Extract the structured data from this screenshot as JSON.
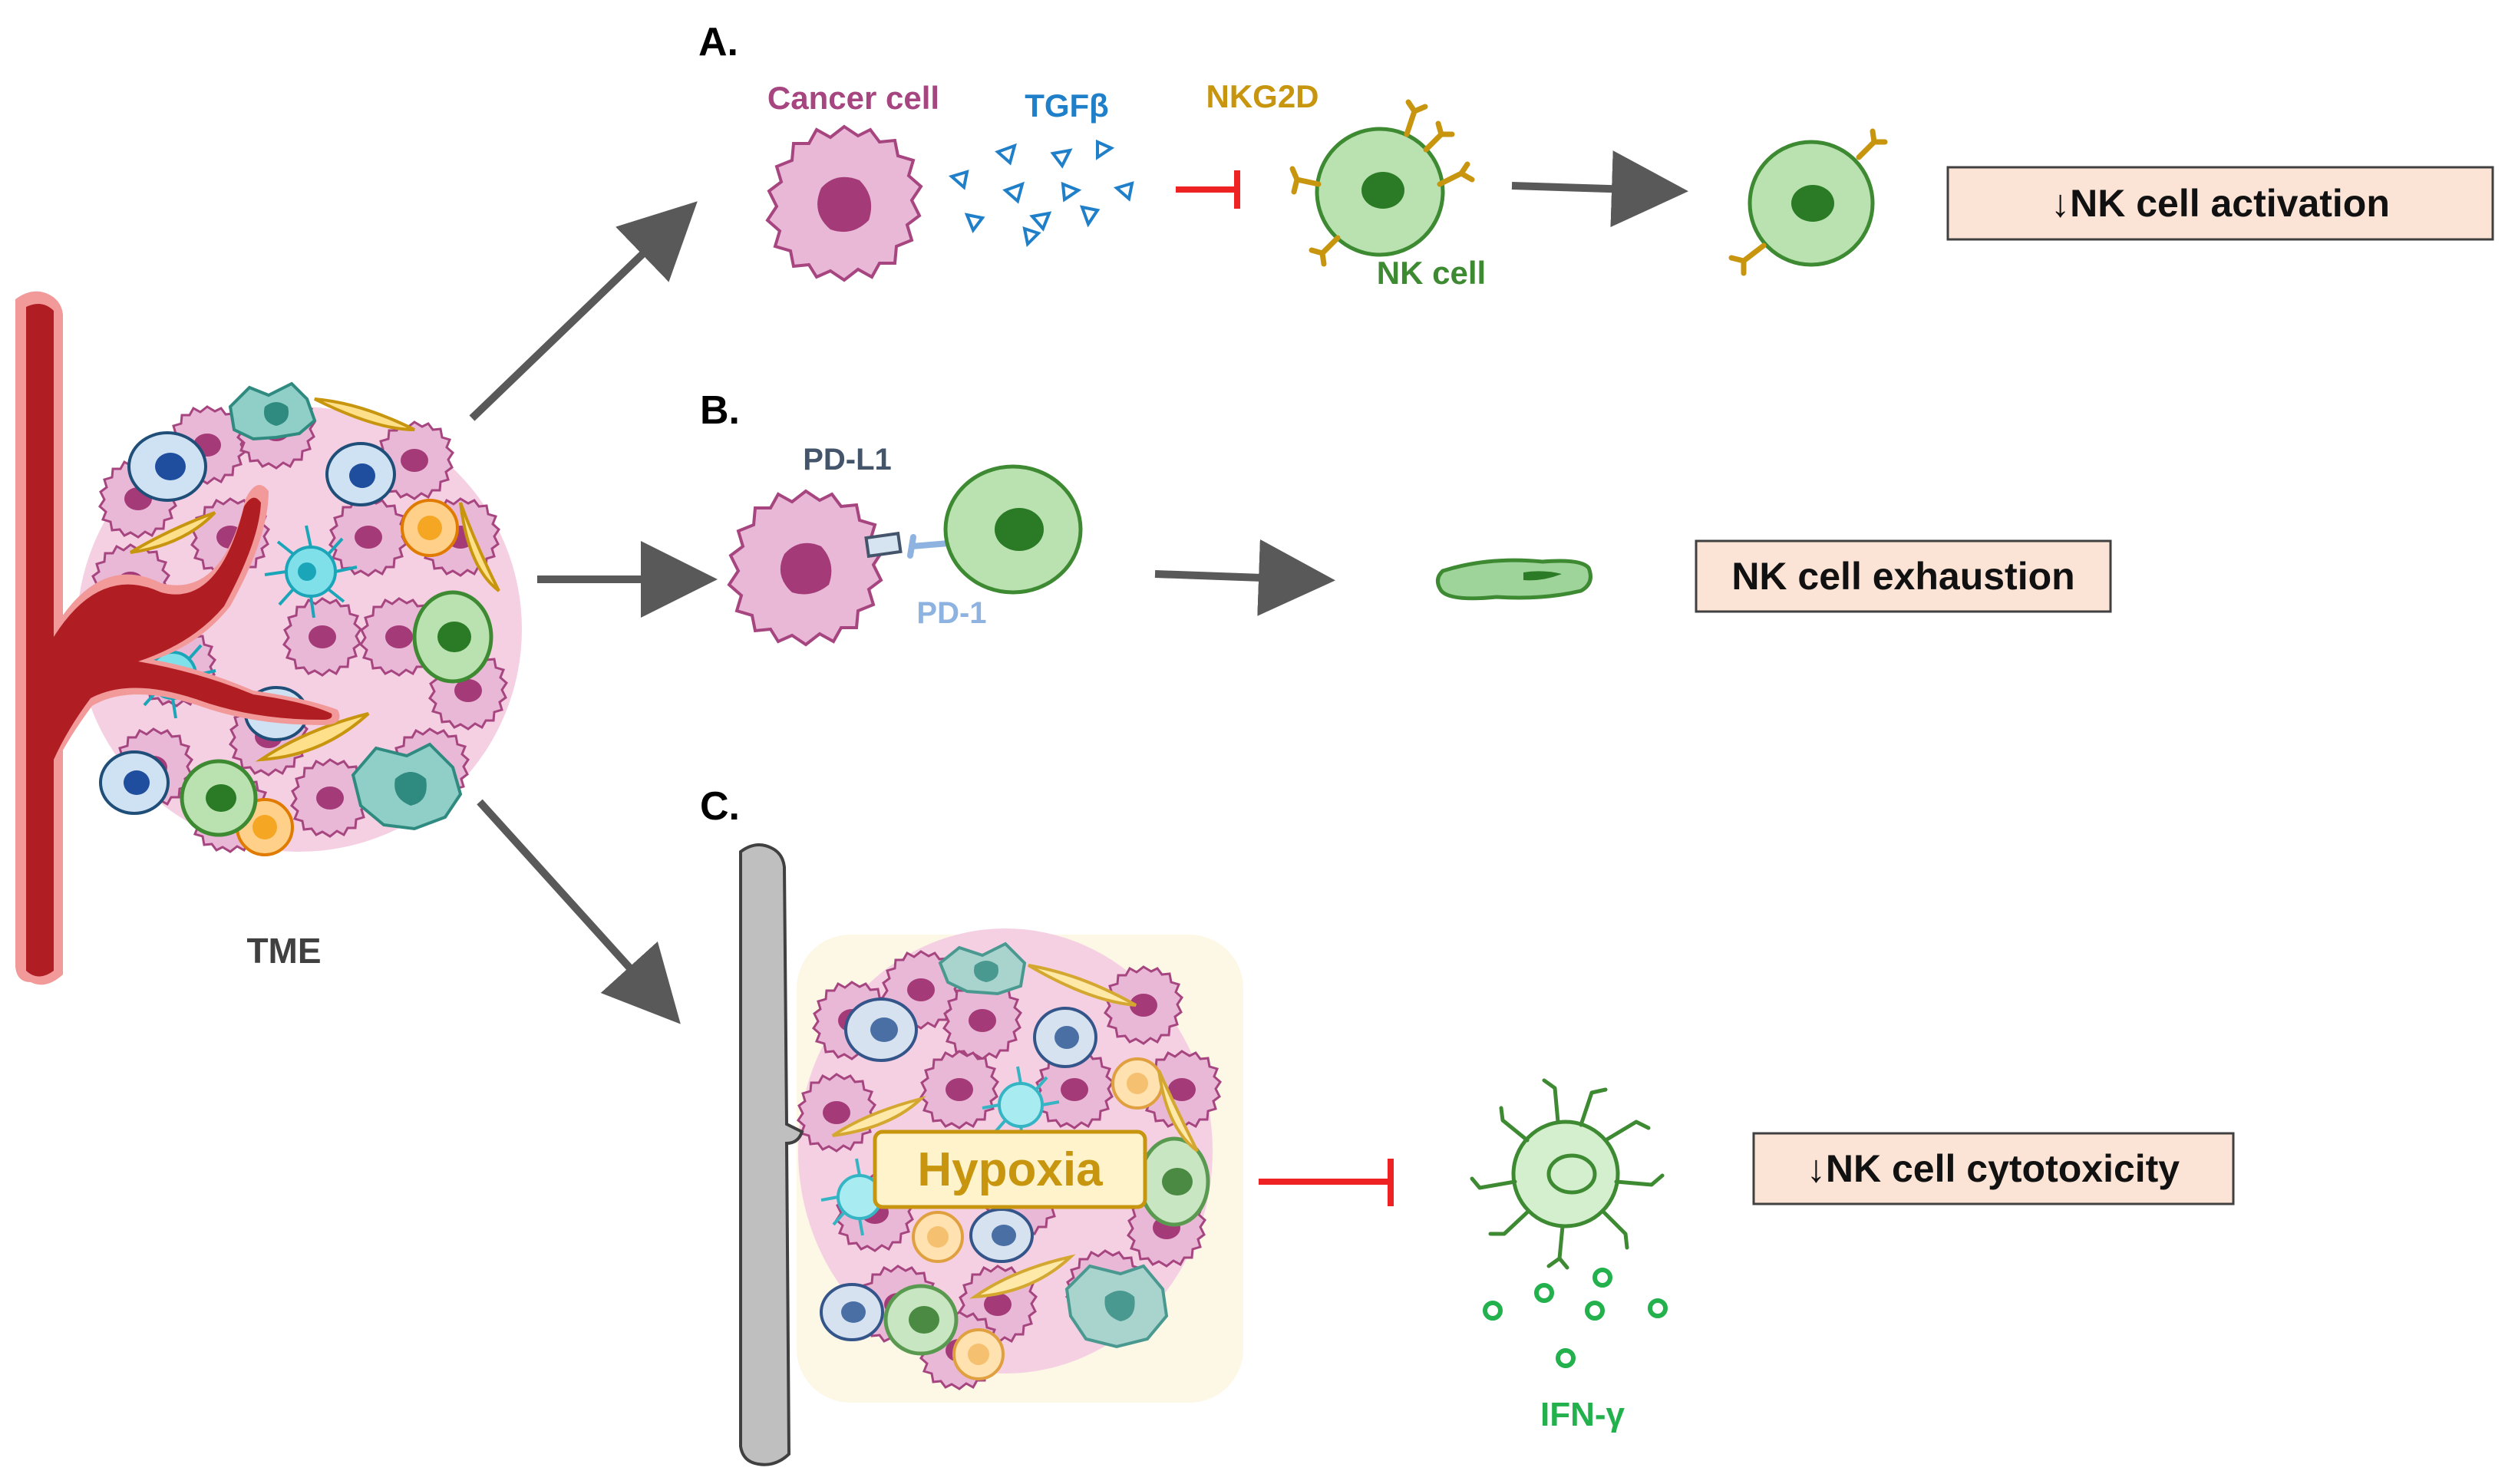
{
  "labels": {
    "panel_a": "A.",
    "panel_b": "B.",
    "panel_c": "C.",
    "tme": "TME",
    "cancer_cell": "Cancer cell",
    "tgfb": "TGFβ",
    "nkg2d": "NKG2D",
    "nk_cell": "NK cell",
    "pd_l1": "PD-L1",
    "pd_1": "PD-1",
    "hypoxia": "Hypoxia",
    "ifn_gamma": "IFN-γ"
  },
  "outcomes": {
    "a": "↓NK cell activation",
    "b": "NK cell exhaustion",
    "c": "↓NK cell cytotoxicity"
  },
  "colors": {
    "cancer_fill": "#e8b8d6",
    "cancer_stroke": "#a6457f",
    "cancer_nucleus": "#a43a78",
    "nk_fill": "#b9e2b0",
    "nk_stroke": "#3d8a32",
    "nk_nucleus": "#2a7a26",
    "tgfb": "#1f7fc9",
    "nkg2d": "#c8950f",
    "pd1": "#8fb3e0",
    "pdl1_label": "#44546a",
    "inhibit": "#ee2222",
    "arrow": "#595959",
    "outcome_fill": "#fbe3d6",
    "vessel": "#b01e23",
    "vessel_edge": "#f29a9a",
    "hypoxia_vessel": "#bfbfbf",
    "hypoxia_text": "#c8950f",
    "ifn": "#22b14c"
  },
  "icons": [
    "tumor-microenvironment",
    "blood-vessel",
    "cancer-cell",
    "tgfb-molecules",
    "nk-cell",
    "nkg2d-receptor",
    "pd-l1-ligand",
    "pd-1-receptor",
    "exhausted-nk-cell",
    "hypoxic-tumor",
    "activated-nk-cell",
    "ifn-gamma-droplets"
  ]
}
